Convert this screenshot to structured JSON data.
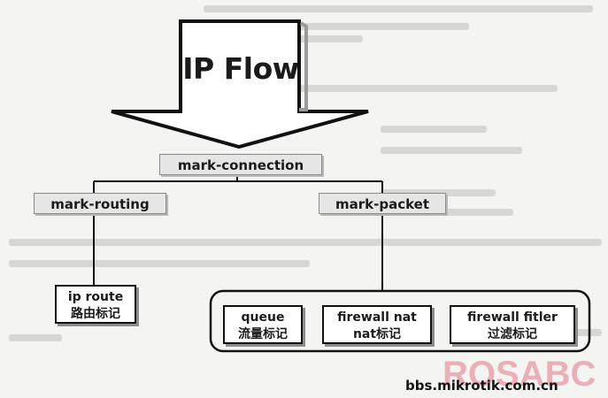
{
  "diagram": {
    "title": "IP Flow",
    "root": "mark-connection",
    "branches": {
      "left": "mark-routing",
      "right": "mark-packet"
    },
    "leaves": {
      "ip_route": {
        "title": "ip route",
        "subtitle": "路由标记"
      },
      "queue": {
        "title": "queue",
        "subtitle": "流量标记"
      },
      "firewall_nat": {
        "title": "firewall nat",
        "subtitle": "nat标记"
      },
      "firewall_filter": {
        "title": "firewall fitler",
        "subtitle": "过滤标记"
      }
    }
  },
  "watermark": {
    "logo": "ROSABC",
    "site": "bbs.mikrotik.com.cn"
  },
  "colors": {
    "background": "#f4f4f2",
    "box_fill": "#e6e6e6",
    "leaf_fill": "#ffffff",
    "stroke": "#111111",
    "watermark": "#e9a3ad"
  }
}
